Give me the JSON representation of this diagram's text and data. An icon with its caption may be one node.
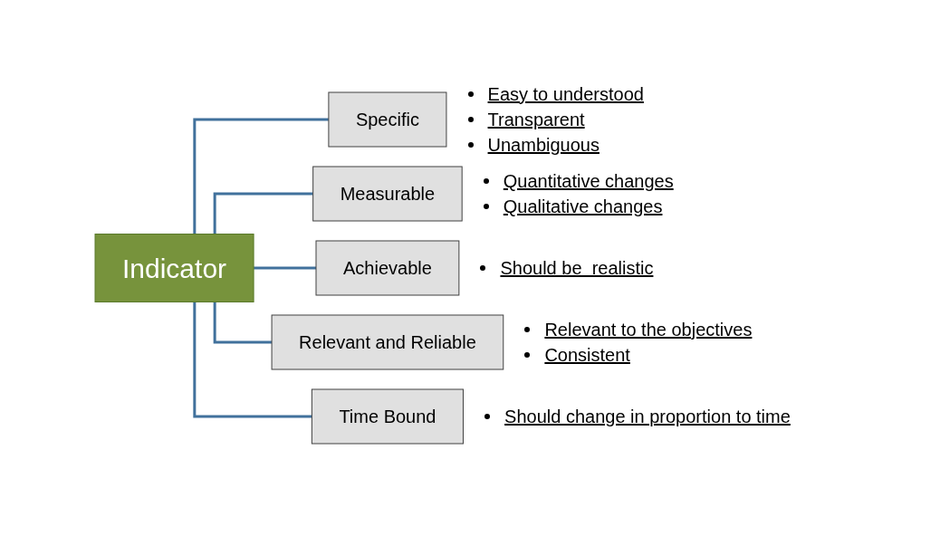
{
  "diagram": {
    "nodes": [
      {
        "text": [
          "Indicator"
        ]
      },
      {
        "text": [
          "Specific"
        ],
        "beside": [
          "Easy to understood",
          "Transparent",
          "Unambiguous"
        ]
      },
      {
        "text": [
          "Measurable"
        ],
        "beside": [
          "Quantitative changes",
          "Qualitative changes"
        ]
      },
      {
        "text": [
          "Achievable"
        ],
        "beside": [
          "Should be  realistic"
        ]
      },
      {
        "text": [
          "Relevant and Reliable"
        ],
        "beside": [
          "Relevant to the objectives",
          "Consistent"
        ]
      },
      {
        "text": [
          "Time Bound"
        ],
        "beside": [
          "Should change in proportion to time"
        ]
      }
    ],
    "edges": [
      {
        "from": 0,
        "to": 1,
        "arrow": "none"
      },
      {
        "from": 0,
        "to": 2,
        "arrow": "none"
      },
      {
        "from": 0,
        "to": 3,
        "arrow": "none"
      },
      {
        "from": 0,
        "to": 4,
        "arrow": "none"
      },
      {
        "from": 0,
        "to": 5,
        "arrow": "none"
      }
    ]
  }
}
